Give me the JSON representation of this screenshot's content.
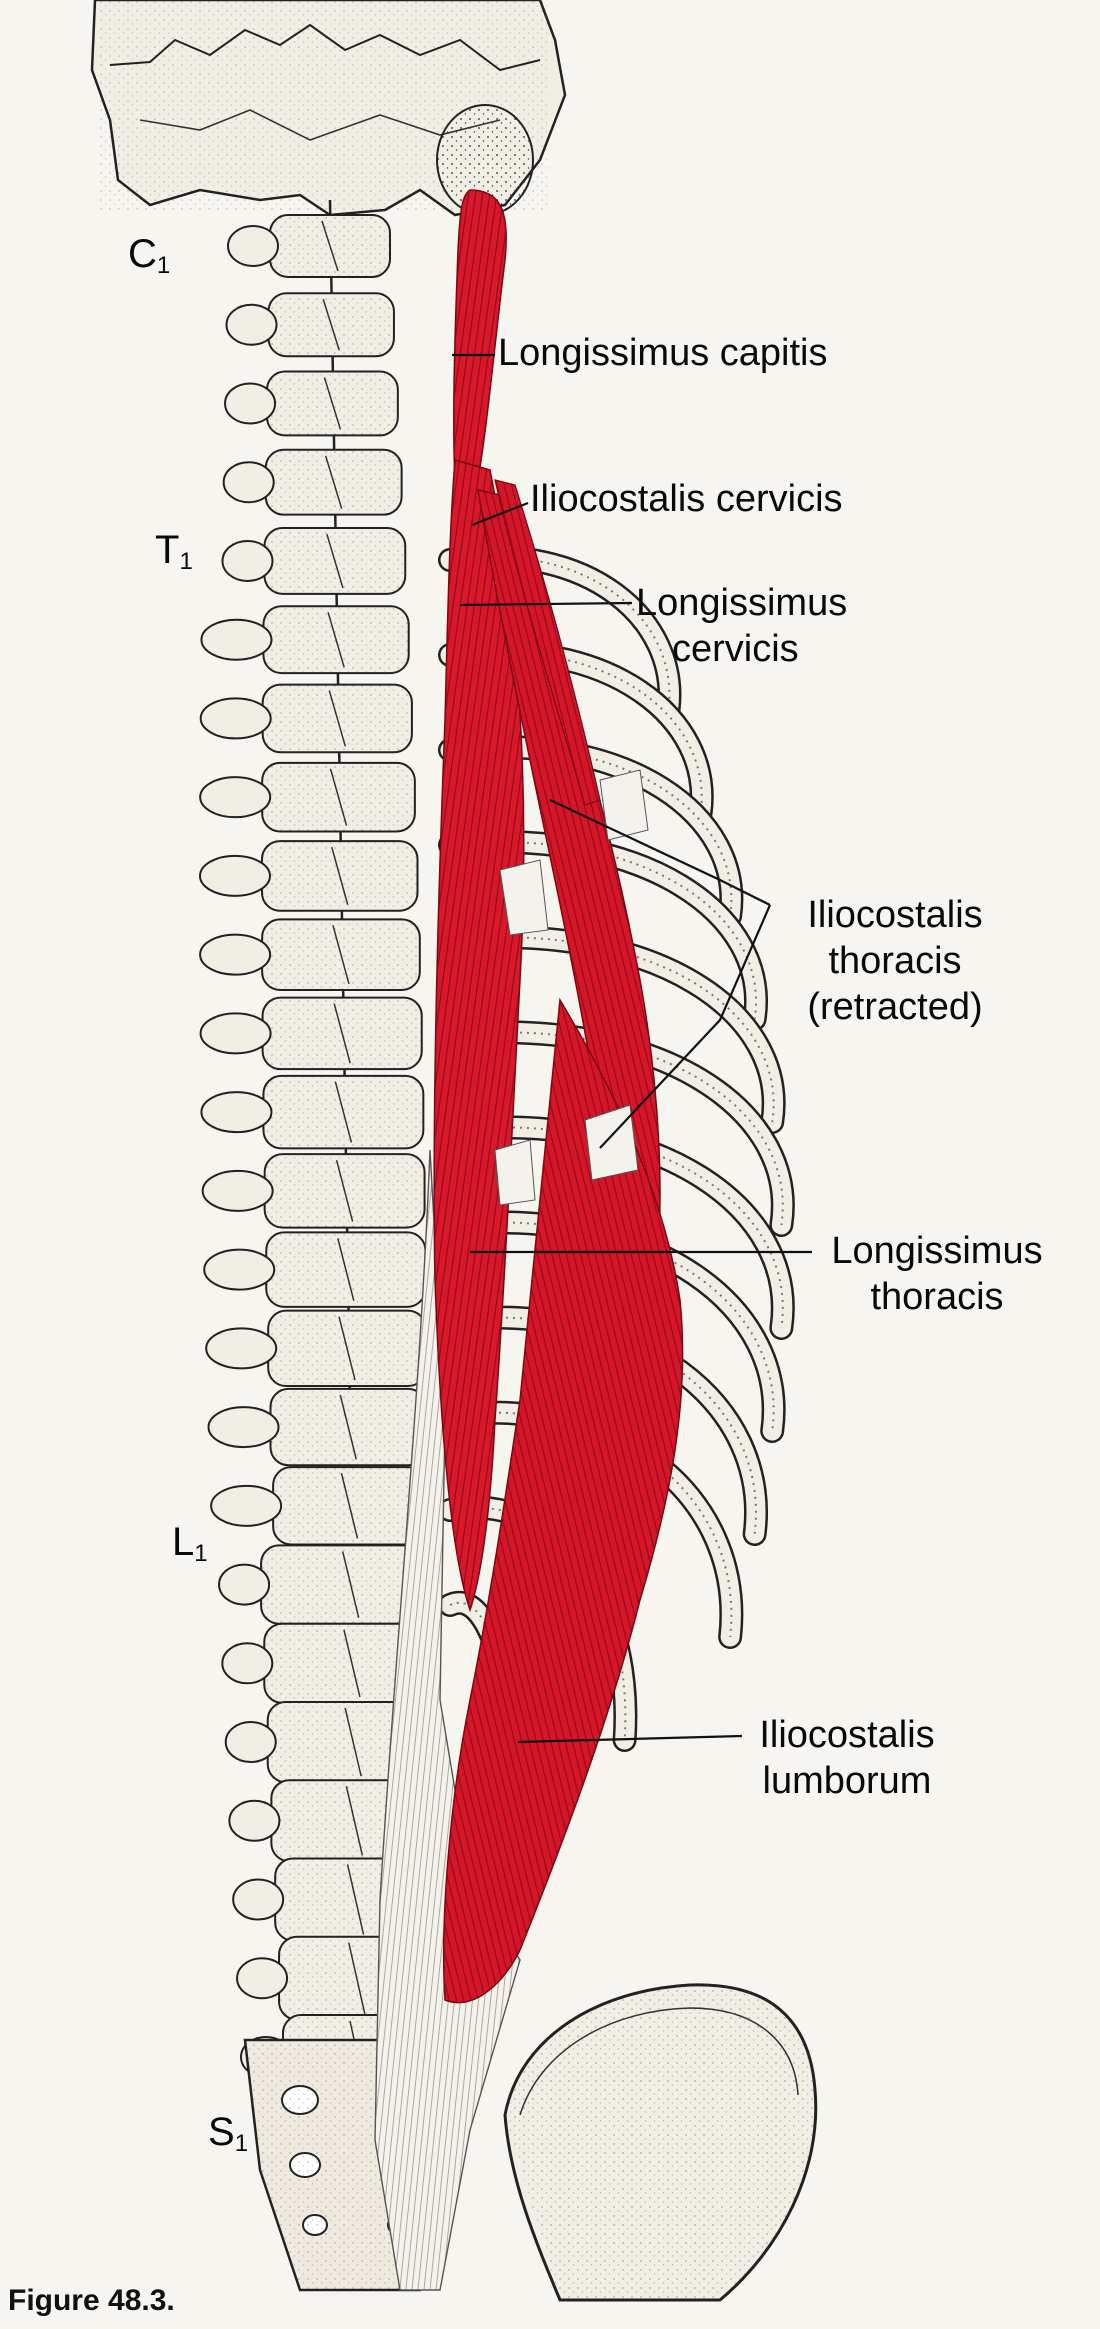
{
  "figure": {
    "caption": "Figure 48.3."
  },
  "levels": {
    "c1": {
      "letter": "C",
      "sub": "1"
    },
    "t1": {
      "letter": "T",
      "sub": "1"
    },
    "l1": {
      "letter": "L",
      "sub": "1"
    },
    "s1": {
      "letter": "S",
      "sub": "1"
    }
  },
  "labels": {
    "longissimus_capitis": "Longissimus capitis",
    "iliocostalis_cervicis": "Iliocostalis cervicis",
    "longissimus_cervicis": [
      "Longissimus",
      "cervicis"
    ],
    "iliocostalis_thoracis": [
      "Iliocostalis",
      "thoracis",
      "(retracted)"
    ],
    "longissimus_thoracis": [
      "Longissimus",
      "thoracis"
    ],
    "iliocostalis_lumborum": [
      "Iliocostalis",
      "lumborum"
    ]
  },
  "colors": {
    "muscle": "#d8172b",
    "muscle_dark": "#9e0d1c",
    "bone": "#f2efe6",
    "bone_outline": "#222222",
    "paper": "#f7f5ef"
  }
}
